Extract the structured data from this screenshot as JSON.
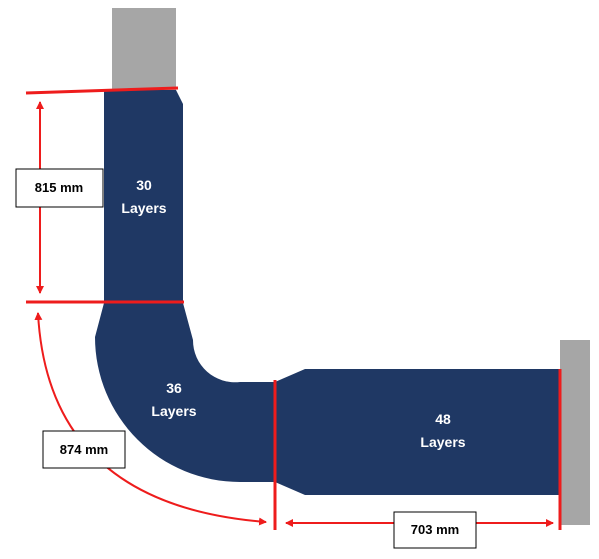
{
  "colors": {
    "duct": "#1f3864",
    "support": "#a6a6a6",
    "dimension": "#ee1c1c",
    "background": "#ffffff"
  },
  "segments": {
    "vertical": {
      "count": "30",
      "unit": "Layers"
    },
    "elbow": {
      "count": "36",
      "unit": "Layers"
    },
    "horizontal": {
      "count": "48",
      "unit": "Layers"
    }
  },
  "dimensions": {
    "vertical_length": "815 mm",
    "elbow_arc_length": "874 mm",
    "horizontal_length": "703 mm"
  }
}
